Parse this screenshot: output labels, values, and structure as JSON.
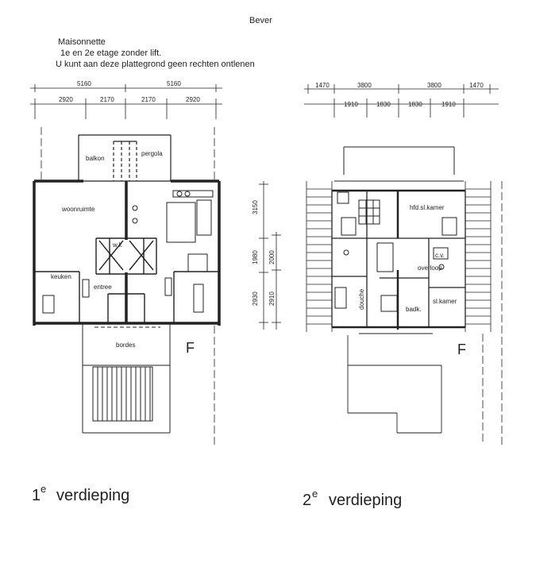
{
  "header": {
    "title": "Bever",
    "line1": "Maisonnette",
    "line2": "1e en 2e etage zonder lift.",
    "line3": "U kunt aan deze plattegrond geen rechten ontlenen"
  },
  "floor1": {
    "dims_top": [
      "5160",
      "5160"
    ],
    "dims_sub": [
      "2920",
      "2170",
      "2170",
      "2920"
    ],
    "rooms": {
      "balkon": "balkon",
      "pergola": "pergola",
      "woonruimte": "woonruimte",
      "wk": "w.k",
      "keuken": "keuken",
      "entree": "entree",
      "bordes": "bordes"
    },
    "marker": "F",
    "caption_num": "1",
    "caption_sup": "e",
    "caption_word": "verdieping"
  },
  "vertical_dims": {
    "left": [
      "3150",
      "1980",
      "2930"
    ],
    "right": [
      "2000",
      "2910"
    ]
  },
  "floor2": {
    "dims_top": [
      "1470",
      "3800",
      "3800",
      "1470"
    ],
    "dims_sub": [
      "1910",
      "1830",
      "1830",
      "1910"
    ],
    "rooms": {
      "hfd_sl_kamer": "hfd.sl.kamer",
      "cv": "c.v.",
      "overloop": "overloop",
      "douche": "douche",
      "badk": "badk.",
      "sl_kamer": "sl.kamer"
    },
    "marker": "F",
    "caption_num": "2",
    "caption_sup": "e",
    "caption_word": "verdieping"
  }
}
